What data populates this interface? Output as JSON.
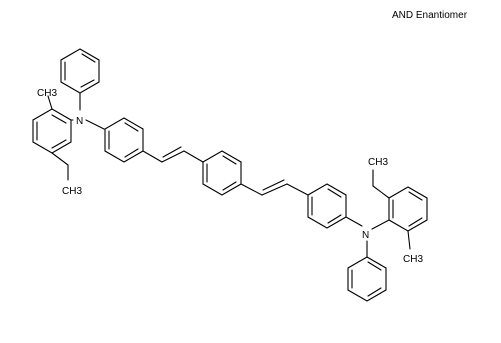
{
  "annotation": "AND Enantiomer",
  "atoms": {
    "n_left": "N",
    "n_right": "N",
    "methyl_left": "CH3",
    "ethyl_left": "CH3",
    "ethyl_right": "CH3",
    "methyl_right": "CH3"
  },
  "colors": {
    "ink": "#000000",
    "background": "#ffffff"
  }
}
